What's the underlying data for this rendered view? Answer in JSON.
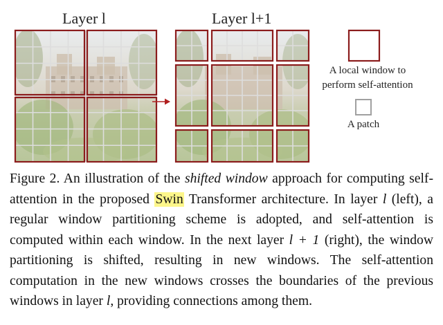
{
  "figure": {
    "layer_l_label": "Layer l",
    "layer_l1_label": "Layer l+1",
    "legend": {
      "window_label_line1": "A local window to",
      "window_label_line2": "perform self-attention",
      "patch_label": "A patch"
    },
    "colors": {
      "window_border": "#8b1c1c",
      "arrow": "#b02020",
      "patch_grid": "#dddddd",
      "patch_box": "#a0a0a0",
      "highlight": "#fdf68a"
    }
  },
  "caption": {
    "prefix": "Figure 2. An illustration of the ",
    "shifted_window": "shifted window",
    "part2": " approach for computing self-attention in the proposed ",
    "swin": "Swin",
    "part3": " Transformer architecture. In layer ",
    "l1": "l",
    "part4": " (left), a regular window partitioning scheme is adopted, and self-attention is computed within each window. In the next layer ",
    "l_plus": "l + 1",
    "part5": " (right), the window partitioning is shifted, resulting in new windows. The self-attention computation in the new windows crosses the boundaries of the previous windows in layer ",
    "l2": "l",
    "part6": ", providing connections among them."
  }
}
